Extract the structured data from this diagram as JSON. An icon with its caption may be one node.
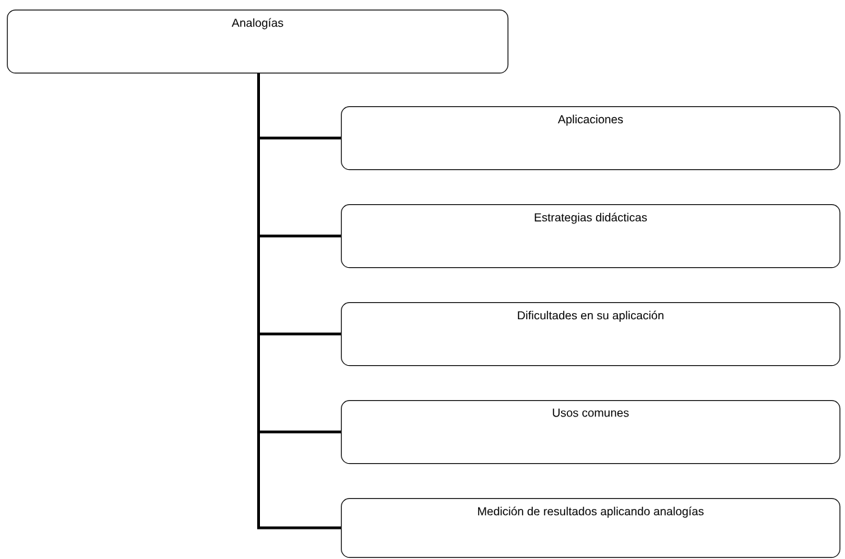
{
  "diagram": {
    "nodes": [
      {
        "text": [
          "Analogías"
        ]
      },
      {
        "text": [
          "Aplicaciones"
        ]
      },
      {
        "text": [
          "Estrategias didácticas"
        ]
      },
      {
        "text": [
          "Dificultades en su aplicación"
        ]
      },
      {
        "text": [
          "Usos comunes"
        ]
      },
      {
        "text": [
          "Medición de resultados aplicando analogías"
        ]
      }
    ],
    "edges": [
      {
        "from": 0,
        "to": 1,
        "arrow": "none"
      },
      {
        "from": 0,
        "to": 2,
        "arrow": "none"
      },
      {
        "from": 0,
        "to": 3,
        "arrow": "none"
      },
      {
        "from": 0,
        "to": 4,
        "arrow": "none"
      },
      {
        "from": 0,
        "to": 5,
        "arrow": "none"
      }
    ]
  }
}
